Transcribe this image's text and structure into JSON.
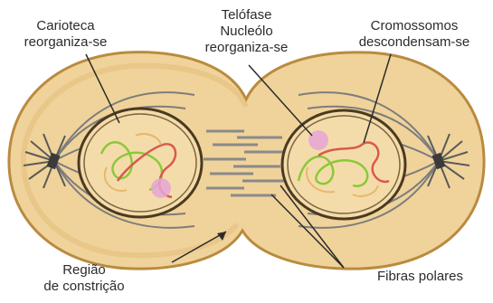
{
  "title": "Telófase",
  "labels": {
    "carioteca_1": "Carioteca",
    "carioteca_2": "reorganiza-se",
    "nucleolo_1": "Nucleólo",
    "nucleolo_2": "reorganiza-se",
    "cromossomos_1": "Cromossomos",
    "cromossomos_2": "descondensam-se",
    "regiao_1": "Região",
    "regiao_2": "de constrição",
    "fibras": "Fibras polares"
  },
  "colors": {
    "cell_fill": "#f0d39a",
    "cell_outline": "#b98b3f",
    "membrane": "#6e4a22",
    "fiber": "#7d7d7d",
    "chrom_green": "#8cc83a",
    "chrom_red": "#d85a4c",
    "chrom_orange": "#e6b86a",
    "nucleolus": "#e6a6d6",
    "centriole": "#3b3b3b",
    "text": "#2b2b2b"
  }
}
